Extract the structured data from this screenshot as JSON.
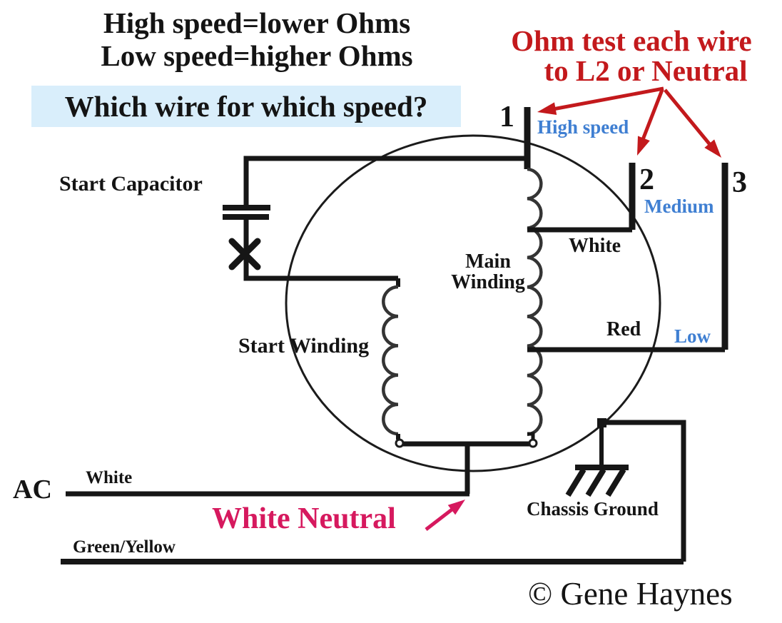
{
  "heading": {
    "line1": "High speed=lower Ohms",
    "line2": "Low speed=higher Ohms"
  },
  "question": "Which wire for which speed?",
  "ohm_note": {
    "line1": "Ohm test each wire",
    "line2": "to L2 or Neutral"
  },
  "terminals": [
    {
      "number": "1",
      "speed": "High speed"
    },
    {
      "number": "2",
      "speed": "Medium"
    },
    {
      "number": "3",
      "speed": "Low"
    }
  ],
  "labels": {
    "start_capacitor": "Start Capacitor",
    "start_winding": "Start Winding",
    "main_winding_line1": "Main",
    "main_winding_line2": "Winding",
    "white_tap": "White",
    "red_tap": "Red",
    "ac": "AC",
    "ac_white_wire": "White",
    "green_yellow_wire": "Green/Yellow",
    "white_neutral": "White Neutral",
    "chassis_ground": "Chassis Ground"
  },
  "credit": "© Gene Haynes",
  "colors": {
    "wire": "#161616",
    "coil": "#343434",
    "red_accent": "#c3191c",
    "magenta_accent": "#d6195e",
    "blue_label": "#3f7fd2",
    "highlight_background": "#d9eefb"
  }
}
